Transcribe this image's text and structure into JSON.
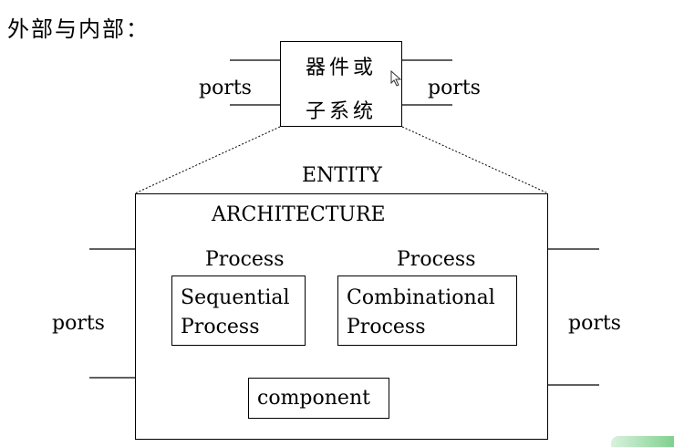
{
  "title": "外部与内部：",
  "top_box": {
    "line1": "器件或",
    "line2": "子系统"
  },
  "top_ports": {
    "left": "ports",
    "right": "ports"
  },
  "entity_label": "ENTITY",
  "architecture_label": "ARCHITECTURE",
  "process_left": {
    "header": "Process",
    "line1": "Sequential",
    "line2": "Process"
  },
  "process_right": {
    "header": "Process",
    "line1": "Combinational",
    "line2": "Process"
  },
  "component_label": "component",
  "side_ports": {
    "left": "ports",
    "right": "ports"
  },
  "icons": [
    "mouse-cursor-icon"
  ]
}
